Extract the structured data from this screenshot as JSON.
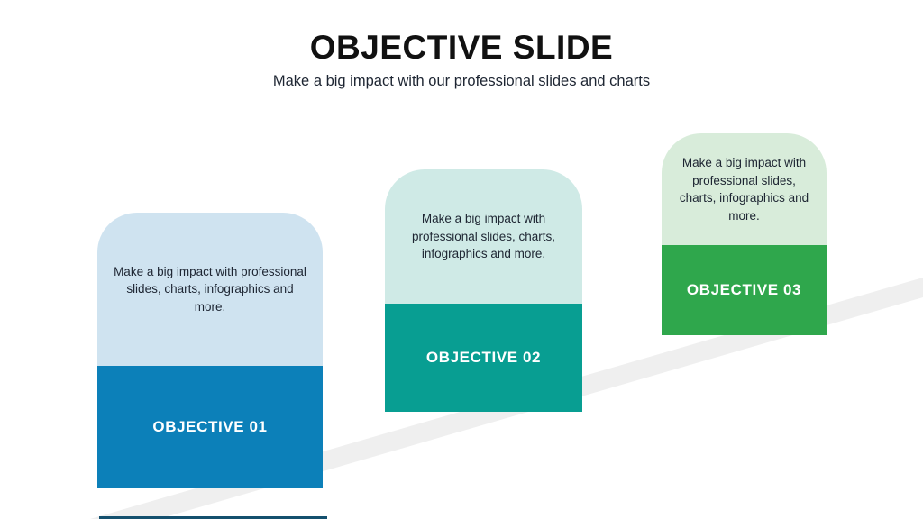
{
  "slide": {
    "title": "OBJECTIVE SLIDE",
    "subtitle": "Make a big impact with our professional slides and charts"
  },
  "objectives": [
    {
      "label": "OBJECTIVE 01",
      "description": "Make a big impact with professional slides, charts, infographics and more.",
      "accent_color": "#0C80B9",
      "tint_color": "#CFE3F0"
    },
    {
      "label": "OBJECTIVE 02",
      "description": "Make a big impact with professional slides, charts, infographics and more.",
      "accent_color": "#089E92",
      "tint_color": "#CFEAE6"
    },
    {
      "label": "OBJECTIVE 03",
      "description": "Make a big impact with professional slides, charts, infographics and more.",
      "accent_color": "#2FA74C",
      "tint_color": "#D8ECDA"
    }
  ],
  "background": {
    "stripe_color": "#EFEFEF",
    "accent_line_color": "#14506E"
  }
}
